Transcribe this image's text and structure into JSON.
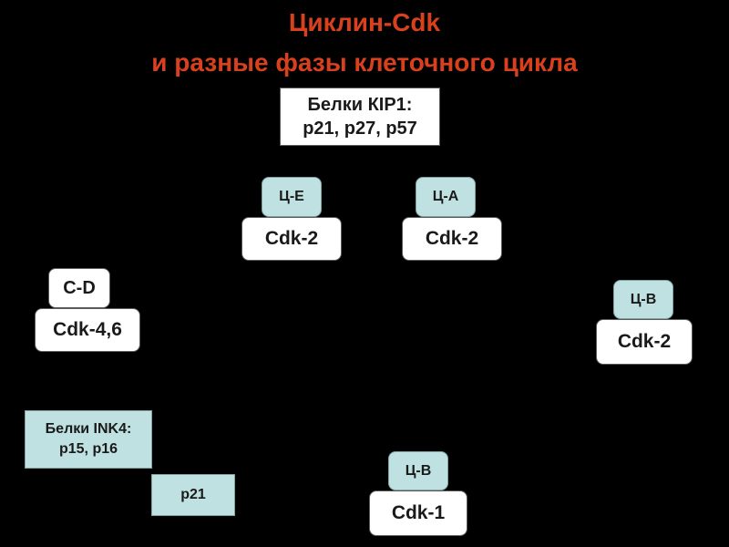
{
  "title": {
    "line1": "Циклин-Cdk",
    "line2": "и разные фазы клеточного цикла"
  },
  "kip_box": {
    "line1": "Белки КIP1:",
    "line2": "p21, p27, p57"
  },
  "ink_box": {
    "line1": "Белки INK4:",
    "line2": "p15, p16"
  },
  "p21_box": "p21",
  "complexes": {
    "ce": {
      "cyclin": "Ц-E",
      "cdk": "Cdk-2"
    },
    "ca": {
      "cyclin": "Ц-A",
      "cdk": "Cdk-2"
    },
    "cd": {
      "cyclin": "C-D",
      "cdk": "Cdk-4,6"
    },
    "cb_right": {
      "cyclin": "Ц-B",
      "cdk": "Cdk-2"
    },
    "cb_bottom": {
      "cyclin": "Ц-B",
      "cdk": "Cdk-1"
    }
  },
  "colors": {
    "background": "#000000",
    "title": "#d8401e",
    "cyclin_fill": "#bfe1e1",
    "cdk_fill": "#ffffff"
  }
}
